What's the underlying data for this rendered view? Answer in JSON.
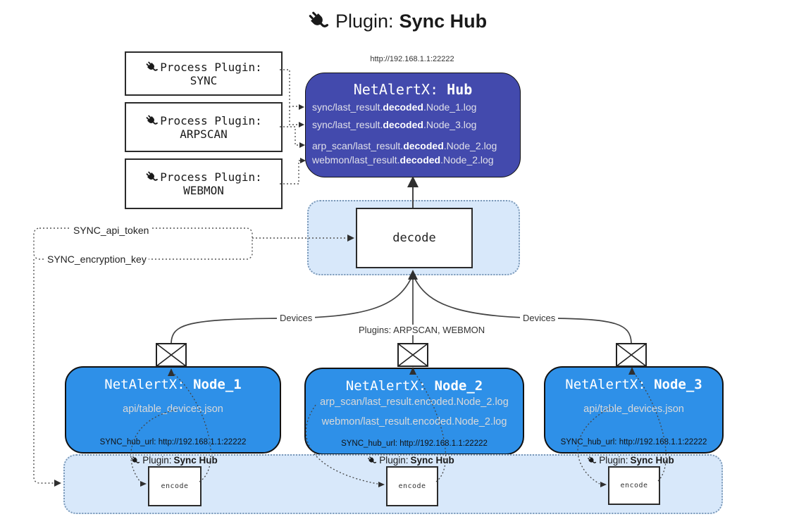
{
  "title": {
    "prefix": "Plugin:",
    "name": "Sync Hub"
  },
  "process_plugins": [
    {
      "label": "Process Plugin:",
      "name": "SYNC"
    },
    {
      "label": "Process Plugin:",
      "name": "ARPSCAN"
    },
    {
      "label": "Process Plugin:",
      "name": "WEBMON"
    }
  ],
  "hub": {
    "url": "http://192.168.1.1:22222",
    "title_prefix": "NetAlertX:",
    "title_name": "Hub",
    "log_lines": [
      {
        "pre": "sync/last_result.",
        "bold": "decoded",
        "post": ".Node_1.log"
      },
      {
        "pre": "sync/last_result.",
        "bold": "decoded",
        "post": ".Node_3.log"
      },
      {
        "pre": "arp_scan/last_result.",
        "bold": "decoded",
        "post": ".Node_2.log"
      },
      {
        "pre": "webmon/last_result.",
        "bold": "decoded",
        "post": ".Node_2.log"
      }
    ]
  },
  "decode_box": {
    "label": "decode"
  },
  "settings": {
    "api_token": "SYNC_api_token",
    "encryption_key": "SYNC_encryption_key"
  },
  "edge_labels": {
    "devices_left": "Devices",
    "devices_right": "Devices",
    "plugins": "Plugins: ARPSCAN, WEBMON"
  },
  "nodes": [
    {
      "title_prefix": "NetAlertX:",
      "title_name": "Node_1",
      "files": [
        "api/table_devices.json"
      ],
      "hub_url": "SYNC_hub_url: http://192.168.1.1:22222"
    },
    {
      "title_prefix": "NetAlertX:",
      "title_name": "Node_2",
      "files": [
        "arp_scan/last_result.encoded.Node_2.log",
        "webmon/last_result.encoded.Node_2.log"
      ],
      "hub_url": "SYNC_hub_url: http://192.168.1.1:22222"
    },
    {
      "title_prefix": "NetAlertX:",
      "title_name": "Node_3",
      "files": [
        "api/table_devices.json"
      ],
      "hub_url": "SYNC_hub_url: http://192.168.1.1:22222"
    }
  ],
  "encoders": [
    {
      "plugin_prefix": "Plugin:",
      "plugin_name": "Sync Hub",
      "label": "encode"
    },
    {
      "plugin_prefix": "Plugin:",
      "plugin_name": "Sync Hub",
      "label": "encode"
    },
    {
      "plugin_prefix": "Plugin:",
      "plugin_name": "Sync Hub",
      "label": "encode"
    }
  ],
  "colors": {
    "hub_fill": "#434aad",
    "node_fill": "#2e90e8",
    "panel_fill": "#d8e8fa",
    "panel_border": "#7b99b8",
    "line": "#444444",
    "hub_text": "#ffffff"
  }
}
